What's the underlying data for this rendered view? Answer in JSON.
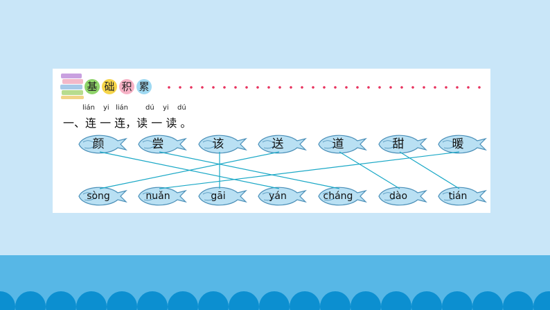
{
  "header": {
    "badges": [
      "基",
      "础",
      "积",
      "累"
    ]
  },
  "question": {
    "hints": [
      "lián",
      "yi",
      "lián",
      "dú",
      "yi",
      "dú"
    ],
    "text": "一、连 一 连，读 一 读 。"
  },
  "top_leaves": [
    "颜",
    "尝",
    "该",
    "送",
    "道",
    "甜",
    "暖"
  ],
  "bottom_leaves": [
    "sòng",
    "nuǎn",
    "gāi",
    "yán",
    "cháng",
    "dào",
    "tián"
  ],
  "connections": [
    {
      "from": "颜",
      "to": "yán"
    },
    {
      "from": "尝",
      "to": "cháng"
    },
    {
      "from": "该",
      "to": "gāi"
    },
    {
      "from": "送",
      "to": "sòng"
    },
    {
      "from": "道",
      "to": "dào"
    },
    {
      "from": "甜",
      "to": "tián"
    },
    {
      "from": "暖",
      "to": "nuǎn"
    }
  ],
  "colors": {
    "line": "#1aa8c6",
    "leaf_fill": "#b9e0f3",
    "leaf_stroke": "#4a8fb8",
    "accent_dots": "#e8325d"
  }
}
